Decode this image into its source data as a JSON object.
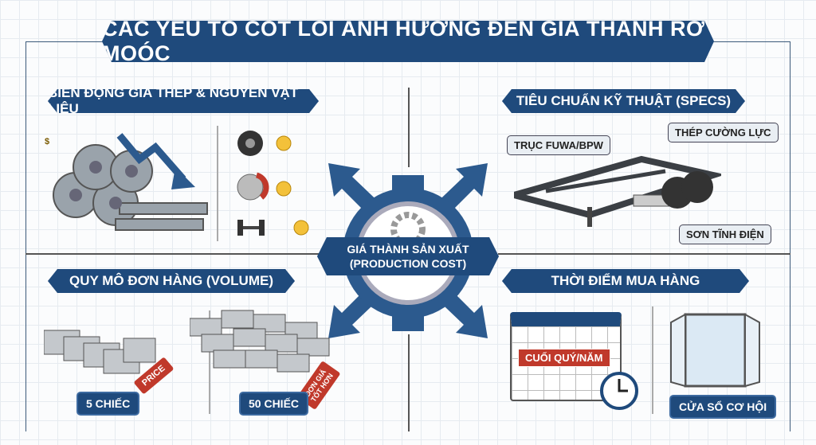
{
  "title": "CÁC YẾU TỐ CỐT LÕI ẢNH HƯỞNG ĐẾN GIÁ THÀNH RƠ MOÓC",
  "center": {
    "line1": "GIÁ THÀNH SẢN XUẤT",
    "line2": "(PRODUCTION COST)"
  },
  "materials": {
    "heading": "BIẾN ĐỘNG GIÁ THÉP & NGUYÊN VẬT LIỆU",
    "coin": "$"
  },
  "specs": {
    "heading": "TIÊU CHUẨN KỸ THUẬT (SPECS)",
    "labels": [
      "TRỤC FUWA/BPW",
      "THÉP CƯỜNG LỰC",
      "SƠN TĨNH ĐIỆN"
    ]
  },
  "volume": {
    "heading": "QUY MÔ ĐƠN HÀNG (VOLUME)",
    "small": "5 CHIẾC",
    "large": "50 CHIẾC",
    "tag_small": "PRICE",
    "tag_large": "ĐƠN GIÁ TỐT HƠN"
  },
  "timing": {
    "heading": "THỜI ĐIỂM MUA HÀNG",
    "calendar": "CUỐI QUÝ/NĂM",
    "window": "CỬA SỔ CƠ HỘI"
  },
  "colors": {
    "navy": "#1f4a7c",
    "red": "#c0392b",
    "gold": "#f3c13a"
  }
}
